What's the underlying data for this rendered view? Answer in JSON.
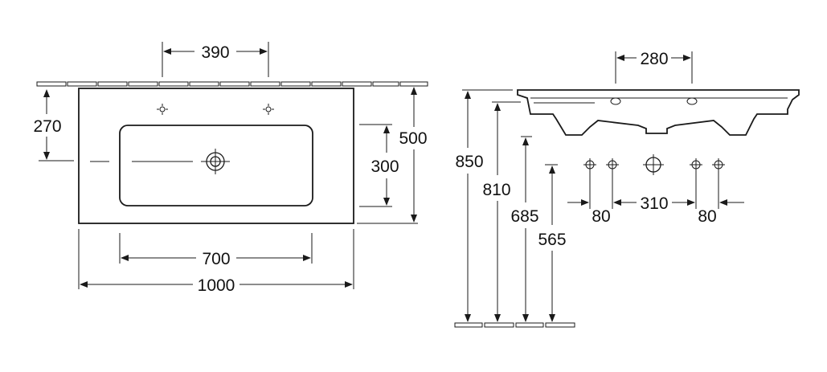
{
  "plan_view": {
    "dim_tap_spacing": "390",
    "dim_tap_from_wall": "270",
    "dim_depth": "500",
    "dim_bowl_depth": "300",
    "dim_bowl_width": "700",
    "dim_total_width": "1000"
  },
  "side_view": {
    "dim_tap_spacing": "280",
    "dim_height_top": "850",
    "dim_height_810": "810",
    "dim_height_685": "685",
    "dim_height_565": "565",
    "dim_spacing_left": "80",
    "dim_spacing_middle": "310",
    "dim_spacing_right": "80"
  }
}
